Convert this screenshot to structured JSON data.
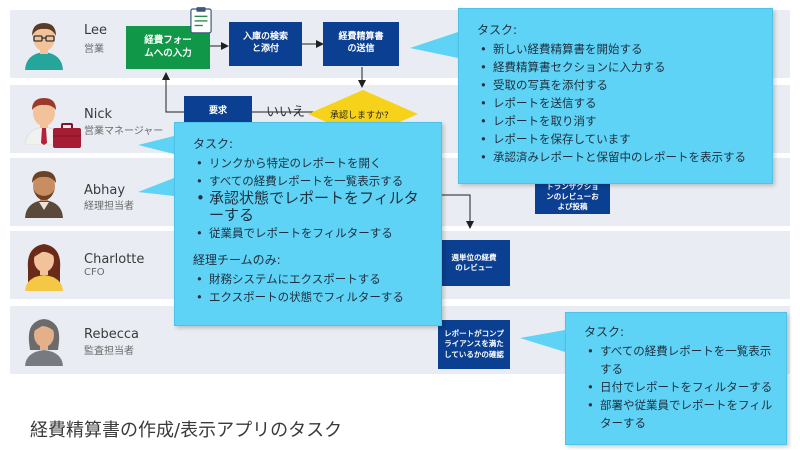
{
  "lanes": [
    {
      "name": "Lee",
      "role": "営業"
    },
    {
      "name": "Nick",
      "role": "営業マネージャー"
    },
    {
      "name": "Abhay",
      "role": "経理担当者"
    },
    {
      "name": "Charlotte",
      "role": "CFO"
    },
    {
      "name": "Rebecca",
      "role": "監査担当者"
    }
  ],
  "steps": {
    "form_input": "経費フォームへの入力",
    "receipt_search": "入庫の検索と添付",
    "submit_report": "経費精算書の送信",
    "approve_question": "承認しますか?",
    "request": "要求",
    "no_label": "いいえ",
    "transaction_review": "トランザクションのレビューおよび投稿",
    "weekly_review": "週単位の経費のレビュー",
    "compliance_check": "レポートがコンプライアンスを満たしているかの確認"
  },
  "callouts": {
    "lee": {
      "title": "タスク:",
      "items": [
        "新しい経費精算書を開始する",
        "経費精算書セクションに入力する",
        "受取の写真を添付する",
        "レポートを送信する",
        "レポートを取り消す",
        "レポートを保存しています",
        "承認済みレポートと保留中のレポートを表示する"
      ]
    },
    "nick": {
      "title": "タスク:",
      "items": [
        "リンクから特定のレポートを開く",
        "すべての経費レポートを一覧表示する",
        "承認状態でレポートをフィルターする",
        "従業員でレポートをフィルターする"
      ],
      "sub_title": "経理チームのみ:",
      "sub_items": [
        "財務システムにエクスポートする",
        "エクスポートの状態でフィルターする"
      ]
    },
    "rebecca": {
      "title": "タスク:",
      "items": [
        "すべての経費レポートを一覧表示する",
        "日付でレポートをフィルターする",
        "部署や従業員でレポートをフィルターする"
      ]
    }
  },
  "footer_title": "経費精算書の作成/表示アプリのタスク",
  "icons": {
    "form": "clipboard-form-icon",
    "briefcase": "briefcase-icon"
  },
  "colors": {
    "process_blue": "#0b3f91",
    "form_green": "#119748",
    "decision_yellow": "#f7d21a",
    "callout_cyan": "#5fd3f5",
    "lane_gray": "#e9edf3"
  }
}
